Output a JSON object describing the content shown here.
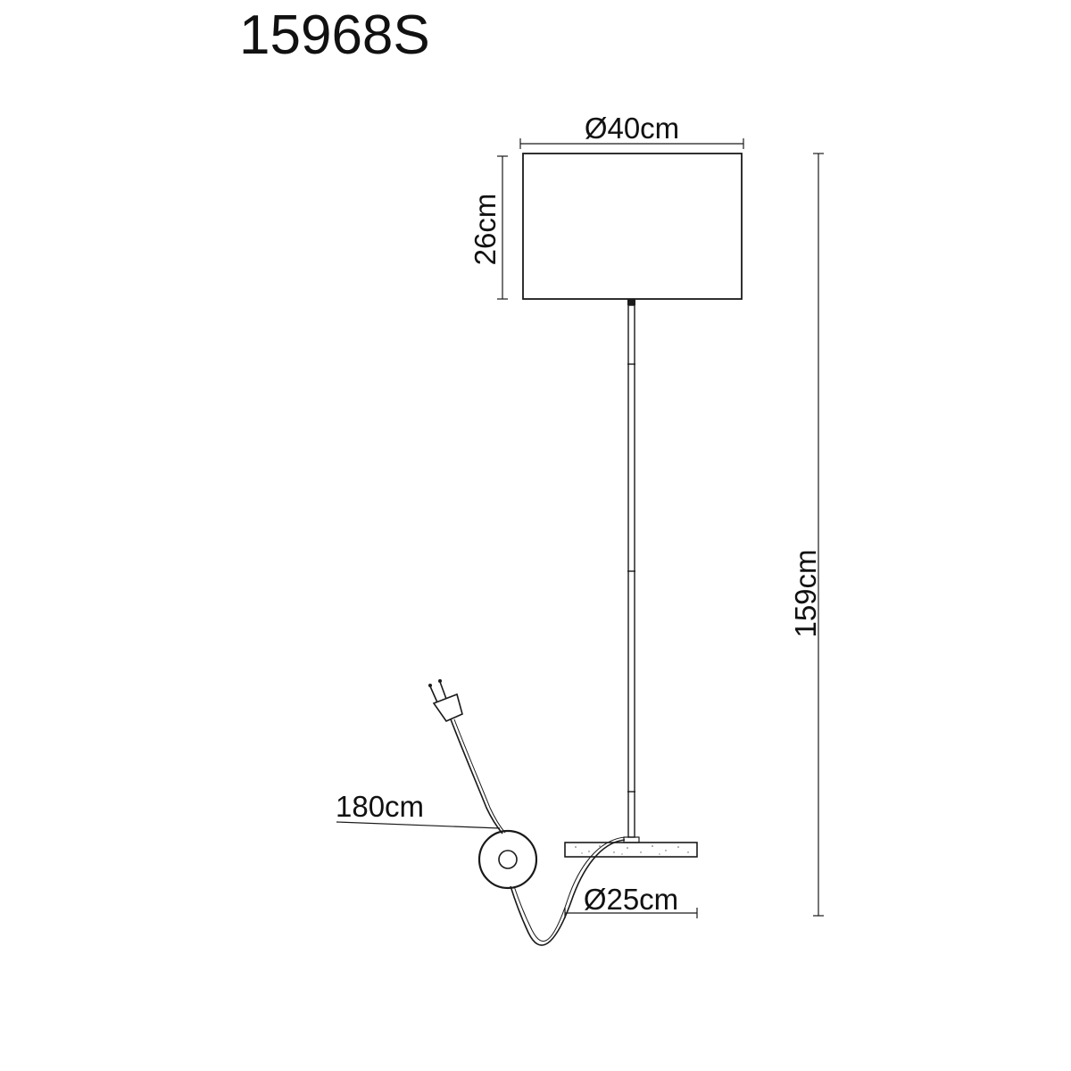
{
  "product": {
    "model_number": "15968S"
  },
  "dimensions": {
    "shade_diameter": "Ø40cm",
    "shade_height": "26cm",
    "total_height": "159cm",
    "cable_length": "180cm",
    "base_diameter": "Ø25cm"
  },
  "colors": {
    "line": "#1a1a1a",
    "background": "#ffffff"
  }
}
